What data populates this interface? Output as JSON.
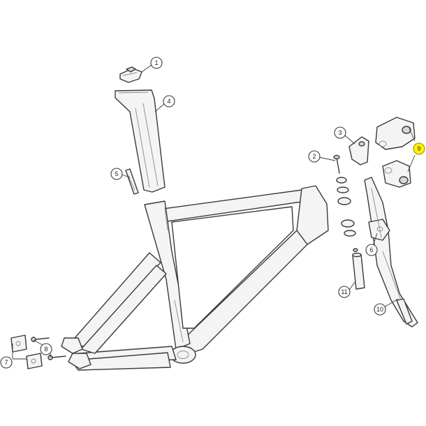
{
  "callouts": [
    {
      "id": "1",
      "label": "1"
    },
    {
      "id": "2",
      "label": "2"
    },
    {
      "id": "3",
      "label": "3"
    },
    {
      "id": "4",
      "label": "4"
    },
    {
      "id": "5",
      "label": "5"
    },
    {
      "id": "6",
      "label": "6"
    },
    {
      "id": "7",
      "label": "7"
    },
    {
      "id": "8",
      "label": "8"
    },
    {
      "id": "9",
      "label": "9",
      "highlight": true
    },
    {
      "id": "10",
      "label": "10"
    },
    {
      "id": "11",
      "label": "11"
    }
  ],
  "colors": {
    "line": "#3a3a3a",
    "fill": "#f4f4f4",
    "highlight": "#fff200"
  }
}
